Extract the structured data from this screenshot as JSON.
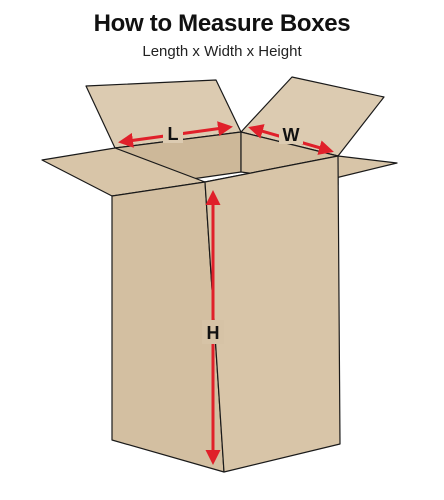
{
  "header": {
    "title": "How to Measure Boxes",
    "subtitle": "Length x Width x Height"
  },
  "dimensions": {
    "length_label": "L",
    "width_label": "W",
    "height_label": "H"
  },
  "colors": {
    "box_face": "#d6c3a6",
    "box_face_light": "#dccbb1",
    "box_face_dark": "#cfbb9d",
    "outline": "#1a1a1a",
    "arrow": "#e0202a"
  }
}
